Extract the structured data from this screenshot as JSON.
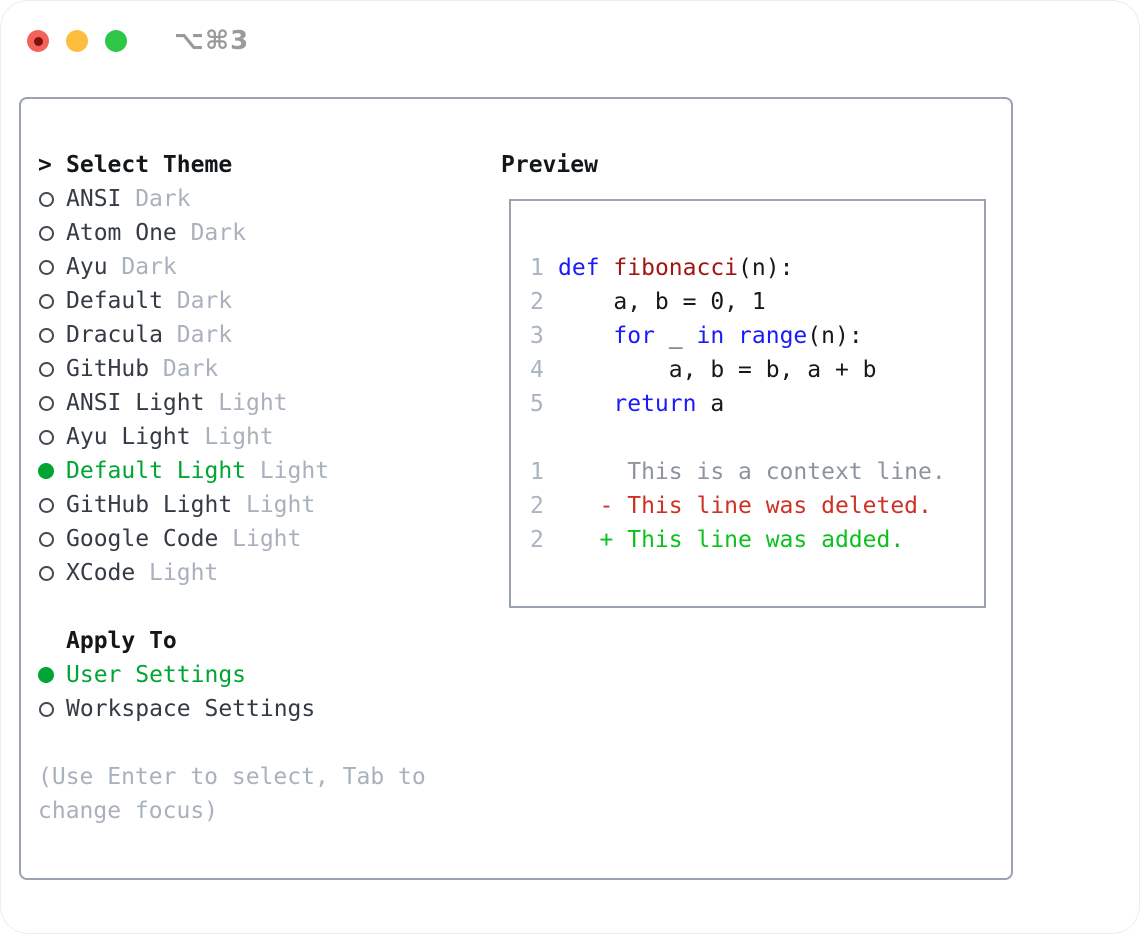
{
  "window": {
    "shortcut_label": "⌥⌘3",
    "traffic_lights": [
      "close",
      "minimize",
      "zoom"
    ]
  },
  "theme_selector": {
    "prompt_marker": ">",
    "title": "Select Theme",
    "themes": [
      {
        "name": "ANSI",
        "tag": "Dark",
        "selected": false
      },
      {
        "name": "Atom One",
        "tag": "Dark",
        "selected": false
      },
      {
        "name": "Ayu",
        "tag": "Dark",
        "selected": false
      },
      {
        "name": "Default",
        "tag": "Dark",
        "selected": false
      },
      {
        "name": "Dracula",
        "tag": "Dark",
        "selected": false
      },
      {
        "name": "GitHub",
        "tag": "Dark",
        "selected": false
      },
      {
        "name": "ANSI Light",
        "tag": "Light",
        "selected": false
      },
      {
        "name": "Ayu Light",
        "tag": "Light",
        "selected": false
      },
      {
        "name": "Default Light",
        "tag": "Light",
        "selected": true
      },
      {
        "name": "GitHub Light",
        "tag": "Light",
        "selected": false
      },
      {
        "name": "Google Code",
        "tag": "Light",
        "selected": false
      },
      {
        "name": "XCode",
        "tag": "Light",
        "selected": false
      }
    ]
  },
  "apply_to": {
    "title": "Apply To",
    "options": [
      {
        "name": "User Settings",
        "selected": true
      },
      {
        "name": "Workspace Settings",
        "selected": false
      }
    ]
  },
  "help_text": {
    "lines": [
      "(Use Enter to select, Tab to",
      "change focus)"
    ]
  },
  "preview": {
    "title": "Preview",
    "lines": [
      {
        "num": "1",
        "tokens": [
          {
            "t": "def",
            "c": "keyword"
          },
          {
            "t": " ",
            "c": "plain"
          },
          {
            "t": "fibonacci",
            "c": "function"
          },
          {
            "t": "(n):",
            "c": "plain"
          }
        ]
      },
      {
        "num": "2",
        "tokens": [
          {
            "t": "    a, b = 0, 1",
            "c": "plain"
          }
        ]
      },
      {
        "num": "3",
        "tokens": [
          {
            "t": "    ",
            "c": "plain"
          },
          {
            "t": "for",
            "c": "keyword"
          },
          {
            "t": " _ ",
            "c": "plain"
          },
          {
            "t": "in",
            "c": "keyword"
          },
          {
            "t": " ",
            "c": "plain"
          },
          {
            "t": "range",
            "c": "keyword"
          },
          {
            "t": "(n):",
            "c": "plain"
          }
        ]
      },
      {
        "num": "4",
        "tokens": [
          {
            "t": "        a, b = b, a + b",
            "c": "plain"
          }
        ]
      },
      {
        "num": "5",
        "tokens": [
          {
            "t": "    ",
            "c": "plain"
          },
          {
            "t": "return",
            "c": "keyword"
          },
          {
            "t": " a",
            "c": "plain"
          }
        ]
      },
      {
        "num": "",
        "tokens": []
      },
      {
        "num": "1",
        "tokens": [
          {
            "t": "     This is a context line.",
            "c": "context"
          }
        ]
      },
      {
        "num": "2",
        "tokens": [
          {
            "t": "   - This line was deleted.",
            "c": "deleted"
          }
        ]
      },
      {
        "num": "2",
        "tokens": [
          {
            "t": "   + This line was added.",
            "c": "added"
          }
        ]
      }
    ]
  },
  "colors": {
    "panel_border": "#9aa2ae",
    "selected_green": "#00a534",
    "tag_gray": "#a9b1bd",
    "keyword_blue": "#1b1bfa",
    "function_red": "#a31512",
    "deleted_red": "#cd3226",
    "added_green": "#0cc11f",
    "context_gray": "#8e949d",
    "traffic_red": "#f4635a",
    "traffic_yellow": "#fdbd3e",
    "traffic_green": "#2ec748"
  }
}
